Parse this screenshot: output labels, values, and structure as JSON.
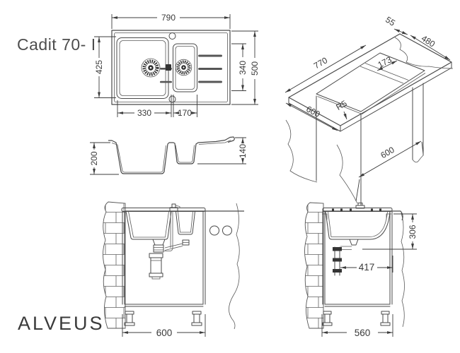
{
  "title": "Cadit 70- I",
  "brand": {
    "logo_text": "ALVEUS",
    "logo_color": "#3c82aa"
  },
  "palette": {
    "line": "#4a4a4a",
    "dim_text": "#3a3a3a",
    "title_text": "#4d4d4d",
    "background": "#ffffff"
  },
  "views": {
    "plan": {
      "label": "top view",
      "dims": {
        "overall_width": "790",
        "overall_depth": "500",
        "bowl_height": "425",
        "inner_depth": "340",
        "main_bowl_width": "330",
        "small_bowl_width": "170"
      }
    },
    "perspective": {
      "label": "worktop cutout perspective",
      "dims": {
        "edge_offset": "55",
        "cutout_width": "480",
        "cutout_length": "770",
        "small_section": "173",
        "corner_radius": "R5",
        "worktop_depth": "600",
        "base_unit_width": "600"
      }
    },
    "section": {
      "label": "bowl cross-section",
      "dims": {
        "main_bowl_depth": "200",
        "small_bowl_depth": "140"
      }
    },
    "install_front": {
      "label": "installation front section",
      "dims": {
        "base_cabinet_width": "600"
      }
    },
    "install_side": {
      "label": "installation side section",
      "dims": {
        "drain_height": "306",
        "drain_offset": "417",
        "base_cabinet_depth": "560"
      }
    }
  }
}
